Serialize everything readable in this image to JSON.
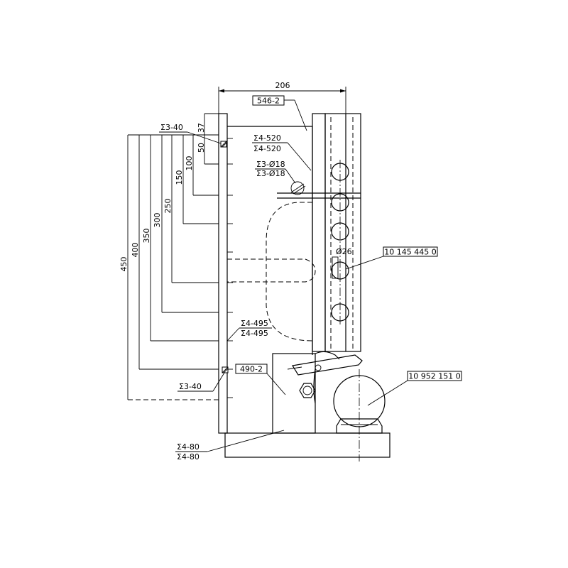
{
  "dimensions": {
    "overall_width": "206",
    "d37": "37",
    "d50": "50",
    "d100": "100",
    "d150": "150",
    "d250": "250",
    "d300": "300",
    "d350": "350",
    "d400": "400",
    "d450": "450",
    "hole_dia": "Ø26"
  },
  "part_labels": {
    "top": "546-2",
    "lower": "490-2",
    "ref_right": "10 145 445 0",
    "ref_ball": "10 952 151 0"
  },
  "weld_notes": {
    "w3_40_top": "Σ3-40",
    "w4_520_a": "Σ4-520",
    "w4_520_b": "Σ4-520",
    "w3_18_a": "Σ3-Ø18",
    "w3_18_b": "Σ3-Ø18",
    "w4_495_a": "Σ4-495",
    "w4_495_b": "Σ4-495",
    "w3_40_bottom": "Σ3-40",
    "w4_80_a": "Σ4-80",
    "w4_80_b": "Σ4-80"
  }
}
